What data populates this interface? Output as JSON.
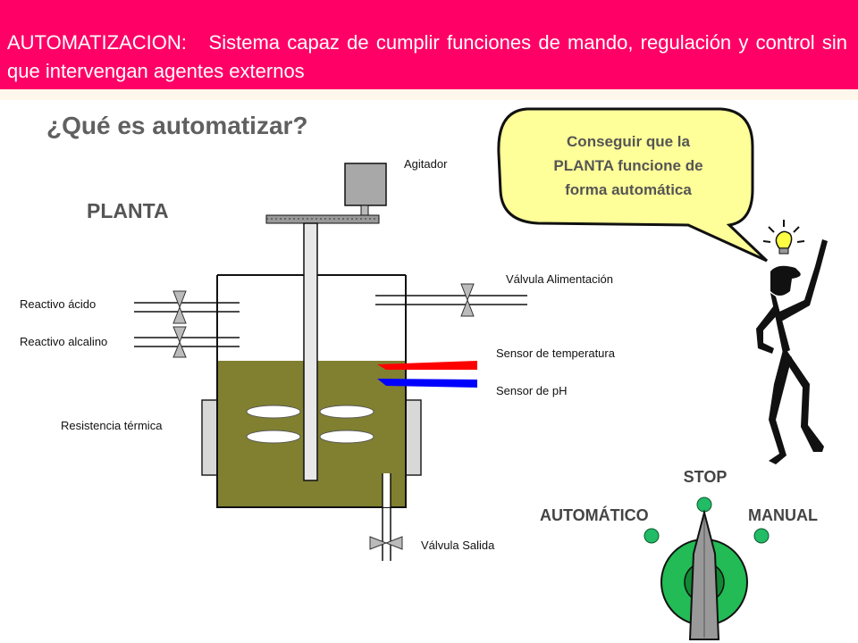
{
  "banner": {
    "term": "AUTOMATIZACION:",
    "definition": "Sistema capaz de cumplir funciones de mando, regulación y control sin que intervengan agentes externos"
  },
  "diagram": {
    "title": "¿Qué es automatizar?",
    "plant_label": "PLANTA",
    "speech_bubble": [
      "Conseguir que la",
      "PLANTA funcione de",
      "forma automática"
    ],
    "labels": {
      "agitator": "Agitador",
      "acid_reagent": "Reactivo ácido",
      "alkaline_reagent": "Reactivo alcalino",
      "feed_valve": "Válvula Alimentación",
      "temperature_sensor": "Sensor de temperatura",
      "ph_sensor": "Sensor de pH",
      "thermal_resistance": "Resistencia térmica",
      "outlet_valve": "Válvula Salida"
    },
    "selector_switch": {
      "stop": "STOP",
      "automatic": "AUTOMÁTICO",
      "manual": "MANUAL"
    },
    "colors": {
      "banner": "#ff0066",
      "liquid": "#808030",
      "bubble": "#ffff99",
      "title": "#606060",
      "temperature_sensor": "#ff0000",
      "ph_sensor": "#0000ff",
      "switch_lights": "#22bb66"
    }
  }
}
